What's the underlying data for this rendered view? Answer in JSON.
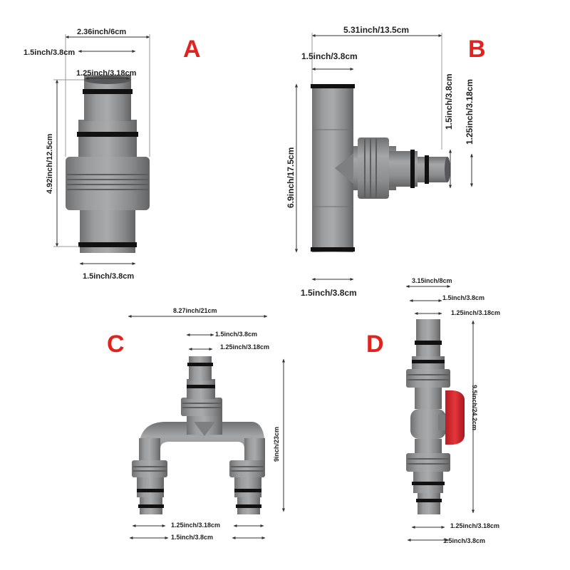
{
  "panels": {
    "a": {
      "letter": "A",
      "total_width": "2.36inch/6cm",
      "outer_diameter_top": "1.5inch/3.8cm",
      "inner_diameter_top": "1.25inch/3.18cm",
      "height": "4.92inch/12.5cm",
      "outer_diameter_bottom": "1.5inch/3.8cm"
    },
    "b": {
      "letter": "B",
      "total_width": "5.31inch/13.5cm",
      "outer_diameter_top": "1.5inch/3.8cm",
      "height": "6.9inch/17.5cm",
      "side_outer_diameter": "1.5inch/3.8cm",
      "side_inner_diameter": "1.25inch/3.18cm",
      "outer_diameter_bottom": "1.5inch/3.8cm"
    },
    "c": {
      "letter": "C",
      "total_width": "8.27inch/21cm",
      "outer_diameter_top": "1.5inch/3.8cm",
      "inner_diameter_top": "1.25inch/3.18cm",
      "height": "9inch/23cm",
      "inner_diameter_bottom": "1.25inch/3.18cm",
      "outer_diameter_bottom": "1.5inch/3.8cm"
    },
    "d": {
      "letter": "D",
      "total_width": "3.15inch/8cm",
      "outer_diameter_top": "1.5inch/3.8cm",
      "inner_diameter_top": "1.25inch/3.18cm",
      "height": "9.5inch/24.2cm",
      "inner_diameter_bottom": "1.25inch/3.18cm",
      "outer_diameter_bottom": "1.5inch/3.8cm"
    }
  },
  "colors": {
    "letter": "#e0231d",
    "pipe": "#8a8c8e",
    "oring": "#111111",
    "valve_handle": "#d8262c",
    "dimension_line": "#333333"
  }
}
